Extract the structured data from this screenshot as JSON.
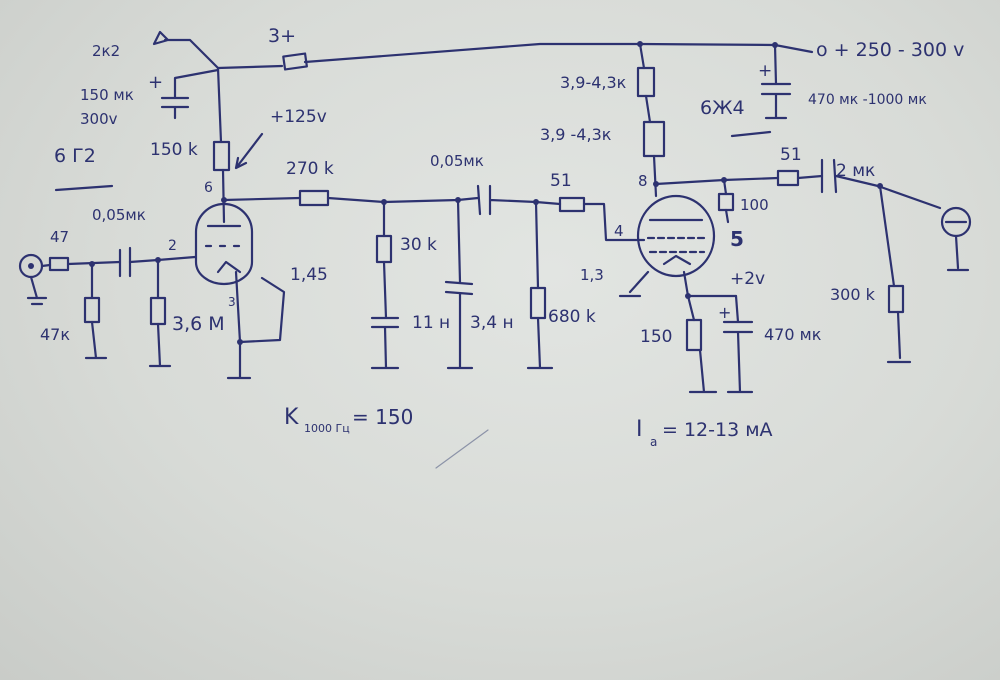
{
  "labels": {
    "r_2k2": "2к2",
    "c_in_plus": "3+",
    "c150_val": "150 мк",
    "c150_v": "300v",
    "r150k": "150 k",
    "v125": "+125v",
    "r270k": "270 k",
    "c005_a": "0,05мк",
    "c005_b": "0,05мк",
    "r51_a": "51",
    "r51_b": "51",
    "r39_a": "3,9-4,3к",
    "r39_b": "3,9 -4,3к",
    "c470_top": "470 мк -1000 мк",
    "supply": "o + 250 - 300 v",
    "tube2": "6Ж4",
    "tube1": "6 Г2",
    "r47": "47",
    "r47k": "47к",
    "r36m": "3,6 M",
    "pin2": "2",
    "pin3": "3",
    "pin6": "6",
    "pin145": "1,45",
    "r30k": "30 k",
    "c11n": "11 н",
    "c34n": "3,4 н",
    "r680k": "680 k",
    "pin4": "4",
    "pin8": "8",
    "pin13": "1,3",
    "pin5": "5",
    "r100": "100",
    "v2": "+2v",
    "r150": "150",
    "c470_cath": "470 мк",
    "c2mk": "2 мк",
    "r300k": "300 k",
    "gain_k": "K",
    "gain_sub": "1000 Гц",
    "gain_val": "= 150",
    "ia_i": "I",
    "ia_sub": "a",
    "ia_val": "= 12-13 мА"
  }
}
